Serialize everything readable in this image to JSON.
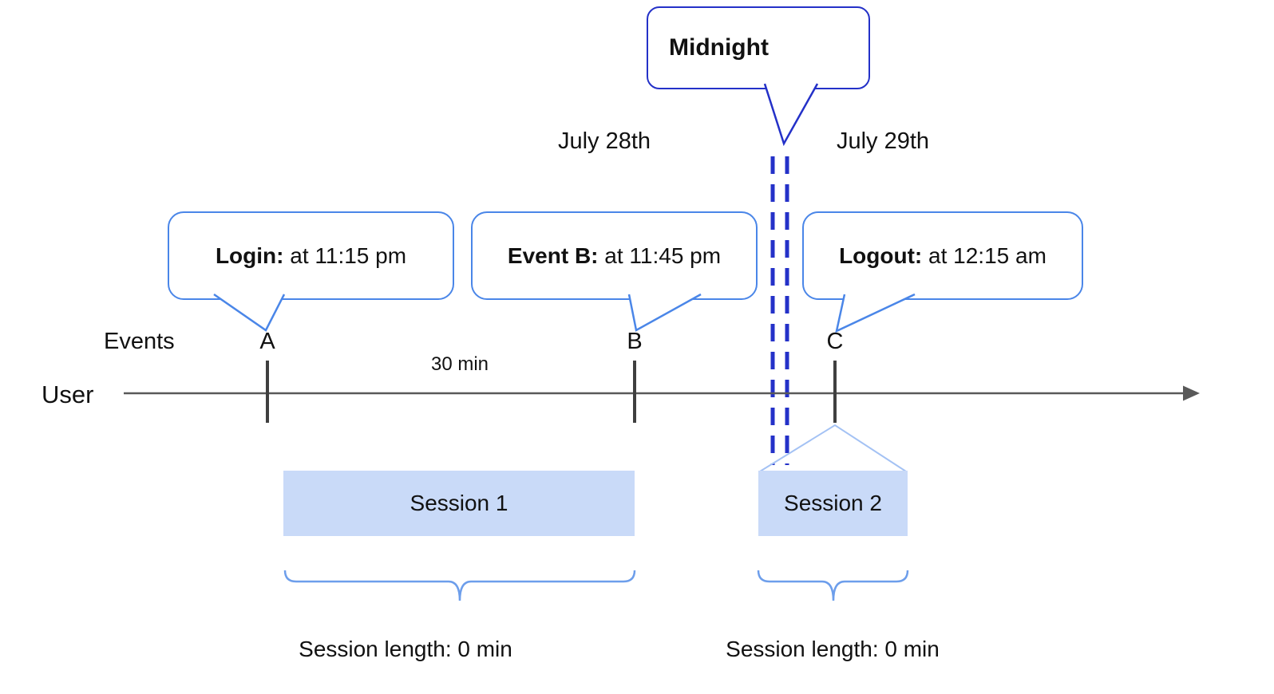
{
  "diagram": {
    "midnight_callout": {
      "label": "Midnight"
    },
    "dates": {
      "left": "July 28th",
      "right": "July 29th"
    },
    "axis": {
      "events_label": "Events",
      "user_label": "User",
      "interval_label": "30 min"
    },
    "events": [
      {
        "id": "A",
        "callout_bold": "Login:",
        "callout_text": " at 11:15 pm"
      },
      {
        "id": "B",
        "callout_bold": "Event B:",
        "callout_text": " at 11:45 pm"
      },
      {
        "id": "C",
        "callout_bold": "Logout:",
        "callout_text": " at 12:15 am"
      }
    ],
    "sessions": [
      {
        "label": "Session 1",
        "length_label": "Session length: 0 min"
      },
      {
        "label": "Session 2",
        "length_label": "Session length: 0 min"
      }
    ],
    "colors": {
      "bubble_border": "#4a86e8",
      "midnight_border": "#2431c8",
      "midnight_dashes": "#2431c8",
      "session_fill": "#c9daf8",
      "timeline": "#595959",
      "brace": "#6d9eeb",
      "session_connector": "#a4c2f4"
    }
  }
}
